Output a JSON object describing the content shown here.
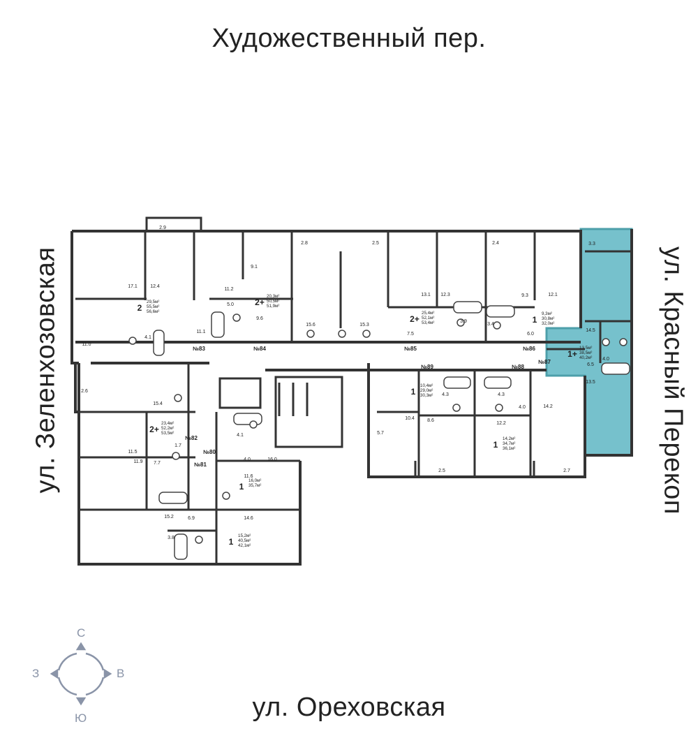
{
  "streets": {
    "top": "Художественный пер.",
    "bottom": "ул. Ореховская",
    "left": "ул. Зеленхозовская",
    "right": "ул. Красный Перекоп"
  },
  "compass": {
    "north": "С",
    "south": "Ю",
    "west": "З",
    "east": "В"
  },
  "colors": {
    "highlight": "#5fb7c4",
    "highlight_stroke": "#2f8f9c",
    "wall": "#333333",
    "compass": "#8a94a8"
  },
  "apartment_numbers": [
    "№80",
    "№81",
    "№82",
    "№83",
    "№84",
    "№85",
    "№86",
    "№87",
    "№88",
    "№89"
  ],
  "room_areas": [
    "2.9",
    "17.1",
    "12.4",
    "11.0",
    "4.1",
    "9.1",
    "11.2",
    "5.0",
    "9.6",
    "11.1",
    "2.8",
    "15.6",
    "2.5",
    "15.3",
    "7.5",
    "13.1",
    "12.3",
    "3.9",
    "2.4",
    "9.3",
    "12.1",
    "3.4",
    "6.0",
    "3.3",
    "14.5",
    "4.0",
    "6.5",
    "13.5",
    "2.6",
    "15.4",
    "11.5",
    "11.9",
    "1.7",
    "7.7",
    "15.2",
    "6.9",
    "3.8",
    "4.1",
    "4.0",
    "16.0",
    "11.6",
    "14.6",
    "5.7",
    "10.4",
    "8.6",
    "4.3",
    "4.3",
    "4.0",
    "12.2",
    "14.2",
    "2.5",
    "2.7"
  ],
  "apartments": [
    {
      "rooms": "2",
      "areas": [
        "29,5м²",
        "55,5м²",
        "56,6м²"
      ]
    },
    {
      "rooms": "2+",
      "areas": [
        "20,3м²",
        "50,5м²",
        "51,9м²"
      ]
    },
    {
      "rooms": "2+",
      "areas": [
        "25,4м²",
        "52,1м²",
        "53,4м²"
      ]
    },
    {
      "rooms": "1",
      "areas": [
        "9,3м²",
        "30,8м²",
        "32,0м²"
      ]
    },
    {
      "rooms": "1+",
      "areas": [
        "13,5м²",
        "38,5м²",
        "40,2м²"
      ]
    },
    {
      "rooms": "2+",
      "areas": [
        "23,4м²",
        "52,2м²",
        "53,5м²"
      ]
    },
    {
      "rooms": "1",
      "areas": [
        "16,0м²",
        "35,7м²"
      ]
    },
    {
      "rooms": "1",
      "areas": [
        "15,2м²",
        "40,5м²",
        "42,1м²"
      ]
    },
    {
      "rooms": "1",
      "areas": [
        "10,4м²",
        "29,0м²",
        "30,3м²"
      ]
    },
    {
      "rooms": "1",
      "areas": [
        "14,2м²",
        "34,7м²",
        "36,1м²"
      ]
    }
  ]
}
